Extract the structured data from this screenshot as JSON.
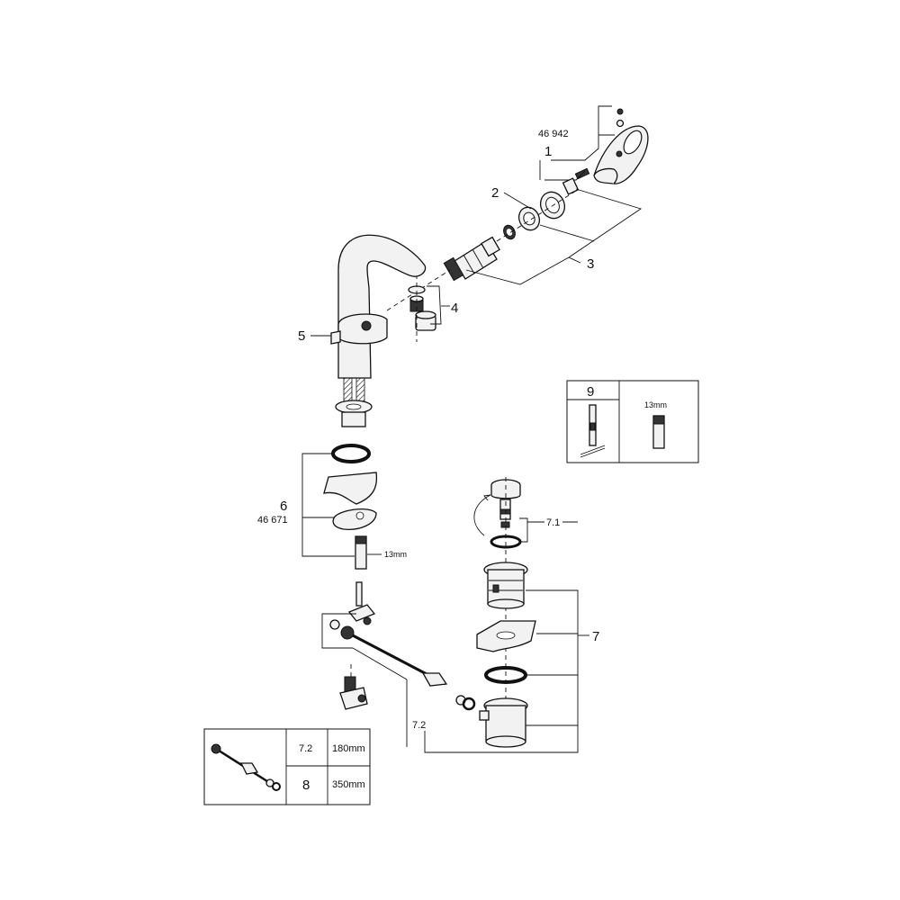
{
  "labels": {
    "p1": "1",
    "p46942": "46 942",
    "p2": "2",
    "p3": "3",
    "p4": "4",
    "p5": "5",
    "p6": "6",
    "p46671": "46 671",
    "p13mm_a": "13mm",
    "p71": "7.1",
    "p7": "7",
    "p72": "7.2"
  },
  "box9": {
    "num": "9",
    "size": "13mm"
  },
  "box8": {
    "row1_num": "7.2",
    "row1_size": "180mm",
    "row2_num": "8",
    "row2_size": "350mm"
  }
}
